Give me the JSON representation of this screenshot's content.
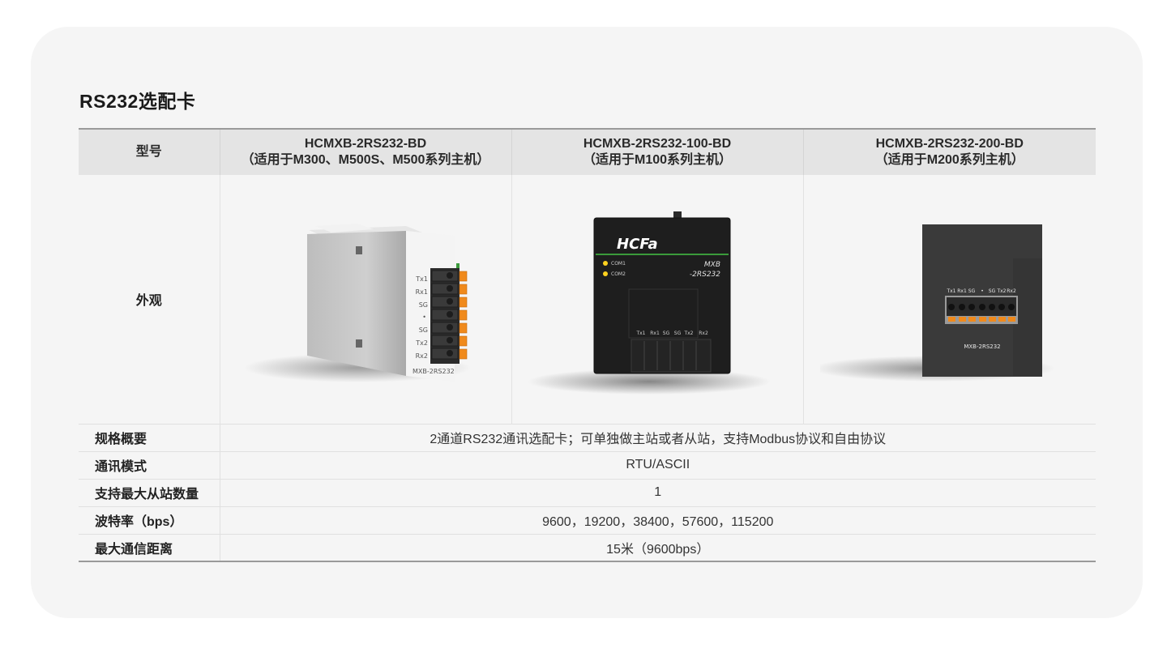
{
  "title": "RS232选配卡",
  "header": {
    "model_label": "型号",
    "products": [
      {
        "name": "HCMXB-2RS232-BD",
        "applies": "（适用于M300、M500S、M500系列主机）"
      },
      {
        "name": "HCMXB-2RS232-100-BD",
        "applies": "（适用于M100系列主机）"
      },
      {
        "name": "HCMXB-2RS232-200-BD",
        "applies": "（适用于M200系列主机）"
      }
    ]
  },
  "appearance_label": "外观",
  "product_images": {
    "card1": {
      "pins": [
        "Tx1",
        "Rx1",
        "SG",
        "•",
        "SG",
        "Tx2",
        "Rx2"
      ],
      "model": "MXB-2RS232",
      "connector_color": "#f08a1c"
    },
    "card2": {
      "logo": "HCFa",
      "leds": [
        "COM1",
        "COM2"
      ],
      "model_l1": "MXB",
      "model_l2": "-2RS232",
      "pins": [
        "Tx1",
        "Rx1",
        "SG",
        "SG",
        "Tx2",
        "Rx2"
      ],
      "led_color": "#ffd21f"
    },
    "card3": {
      "pins": [
        "Tx1",
        "Rx1",
        "SG",
        "•",
        "SG",
        "Tx2",
        "Rx2"
      ],
      "model": "MXB-2RS232",
      "connector_color": "#f08a1c"
    }
  },
  "specs": [
    {
      "label": "规格概要",
      "value": "2通道RS232通讯选配卡；可单独做主站或者从站，支持Modbus协议和自由协议"
    },
    {
      "label": "通讯模式",
      "value": "RTU/ASCII"
    },
    {
      "label": "支持最大从站数量",
      "value": "1"
    },
    {
      "label": "波特率（bps）",
      "value": "9600，19200，38400，57600，115200"
    },
    {
      "label": "最大通信距离",
      "value": "15米（9600bps）"
    }
  ]
}
